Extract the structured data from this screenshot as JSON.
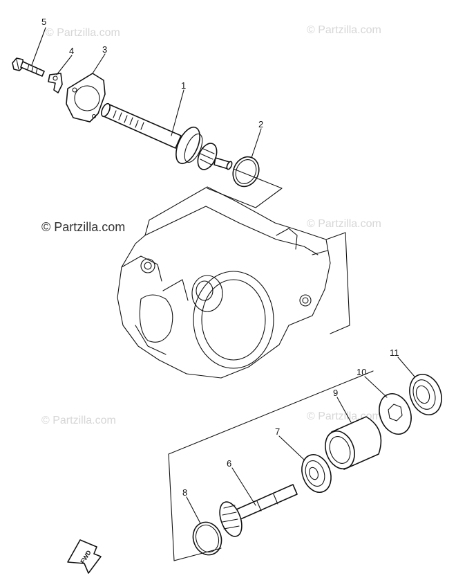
{
  "watermarks": [
    {
      "text": "© Partzilla.com",
      "style": "light"
    },
    {
      "text": "© Partzilla.com",
      "style": "light"
    },
    {
      "text": "© Partzilla.com",
      "style": "dark"
    },
    {
      "text": "© Partzilla.com",
      "style": "light"
    },
    {
      "text": "© Partzilla.com",
      "style": "light"
    },
    {
      "text": "© Partzilla.com",
      "style": "light"
    }
  ],
  "callouts": [
    "1",
    "2",
    "3",
    "4",
    "5",
    "6",
    "7",
    "8",
    "9",
    "10",
    "11"
  ],
  "direction_marker": "FWD"
}
